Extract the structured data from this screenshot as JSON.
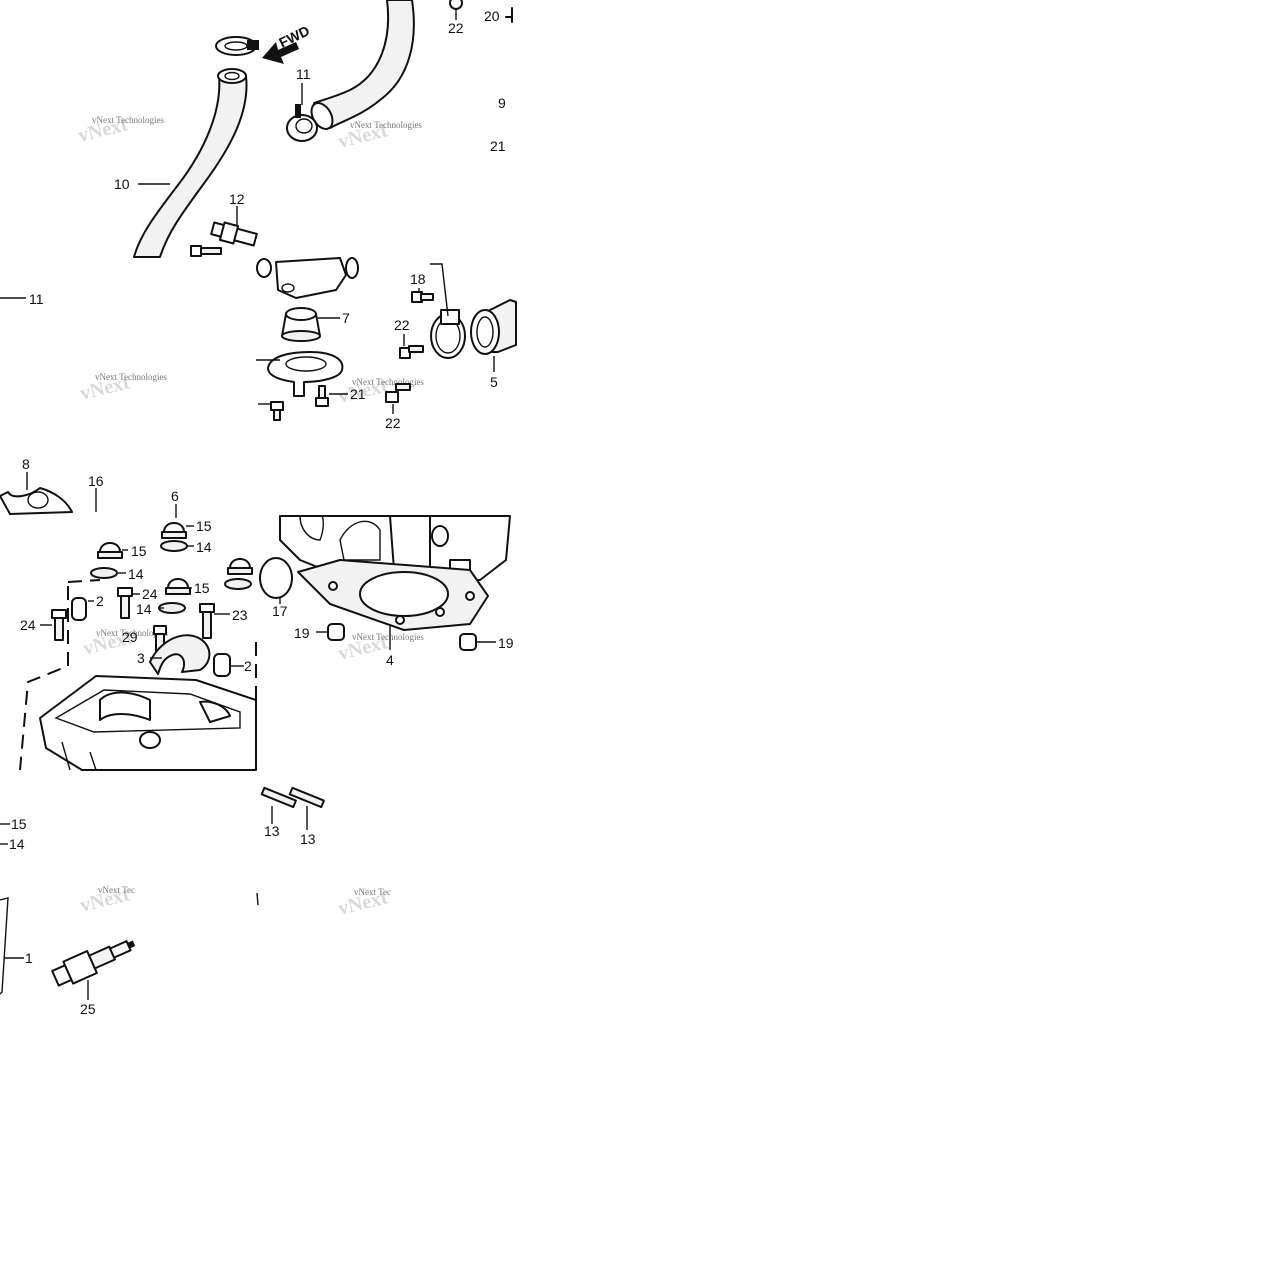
{
  "diagram": {
    "watermark": "vNext Technologies",
    "watermark_partial": "vNext Tec",
    "fwd_label": "FWD",
    "labels": {
      "p10": "10",
      "p11": "11",
      "p11b": "11",
      "p12": "12",
      "p22a": "22",
      "p20": "20",
      "p9": "9",
      "p21a": "21",
      "p7": "7",
      "p18": "18",
      "p22b": "22",
      "p21b": "21",
      "p22c": "22",
      "p5": "5",
      "p8": "8",
      "p16": "16",
      "p6": "6",
      "p15a": "15",
      "p15b": "15",
      "p14a": "14",
      "p14b": "14",
      "p24a": "24",
      "p2a": "2",
      "p24b": "24",
      "p15c": "15",
      "p14c": "14",
      "p23": "23",
      "p17": "17",
      "p29": "29",
      "p3": "3",
      "p2b": "2",
      "p19a": "19",
      "p19b": "19",
      "p4": "4",
      "p13a": "13",
      "p13b": "13",
      "p15d": "15",
      "p14d": "14",
      "p1": "1",
      "p25": "25"
    }
  }
}
